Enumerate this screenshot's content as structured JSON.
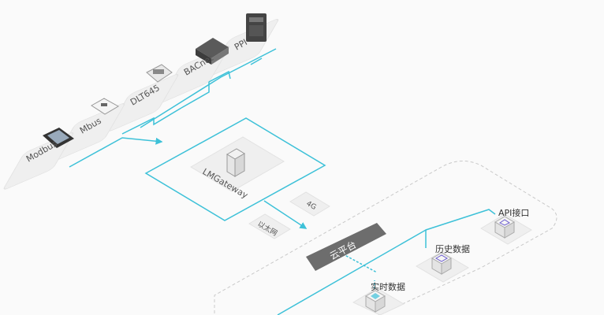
{
  "colors": {
    "link": "#3dc1d8",
    "tile": "#efefef",
    "tile_edge": "#e2e2e2",
    "banner": "#6d6d6d",
    "banner_text": "#ffffff"
  },
  "devices": [
    {
      "label": "PPI",
      "icon": "plc-module-icon"
    },
    {
      "label": "BACnet",
      "icon": "controller-icon"
    },
    {
      "label": "DLT645",
      "icon": "power-meter-icon"
    },
    {
      "label": "Mbus",
      "icon": "meter-icon"
    },
    {
      "label": "Modbus",
      "icon": "touch-panel-icon"
    }
  ],
  "gateway": {
    "label": "LMGateway",
    "icon": "gateway-box-icon"
  },
  "links": {
    "cellular": "4G",
    "ethernet": "以太网"
  },
  "cloud": {
    "banner": "云平台",
    "services": [
      {
        "label": "API接口",
        "icon": "api-cube-icon"
      },
      {
        "label": "历史数据",
        "icon": "history-cube-icon"
      },
      {
        "label": "实时数据",
        "icon": "realtime-cube-icon"
      }
    ]
  }
}
